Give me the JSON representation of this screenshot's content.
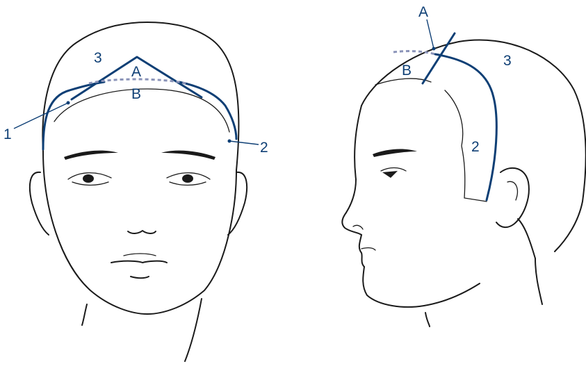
{
  "colors": {
    "line": "#1a1a1a",
    "parting": "#0e3f75",
    "dashed": "#8a93b8",
    "label": "#0e3f75"
  },
  "front_view": {
    "labels": {
      "area_3": "3",
      "point_a": "A",
      "point_b": "B",
      "callout_1": "1",
      "callout_2": "2"
    }
  },
  "side_view": {
    "labels": {
      "point_a": "A",
      "point_b": "B",
      "area_3": "3",
      "area_2": "2"
    }
  }
}
